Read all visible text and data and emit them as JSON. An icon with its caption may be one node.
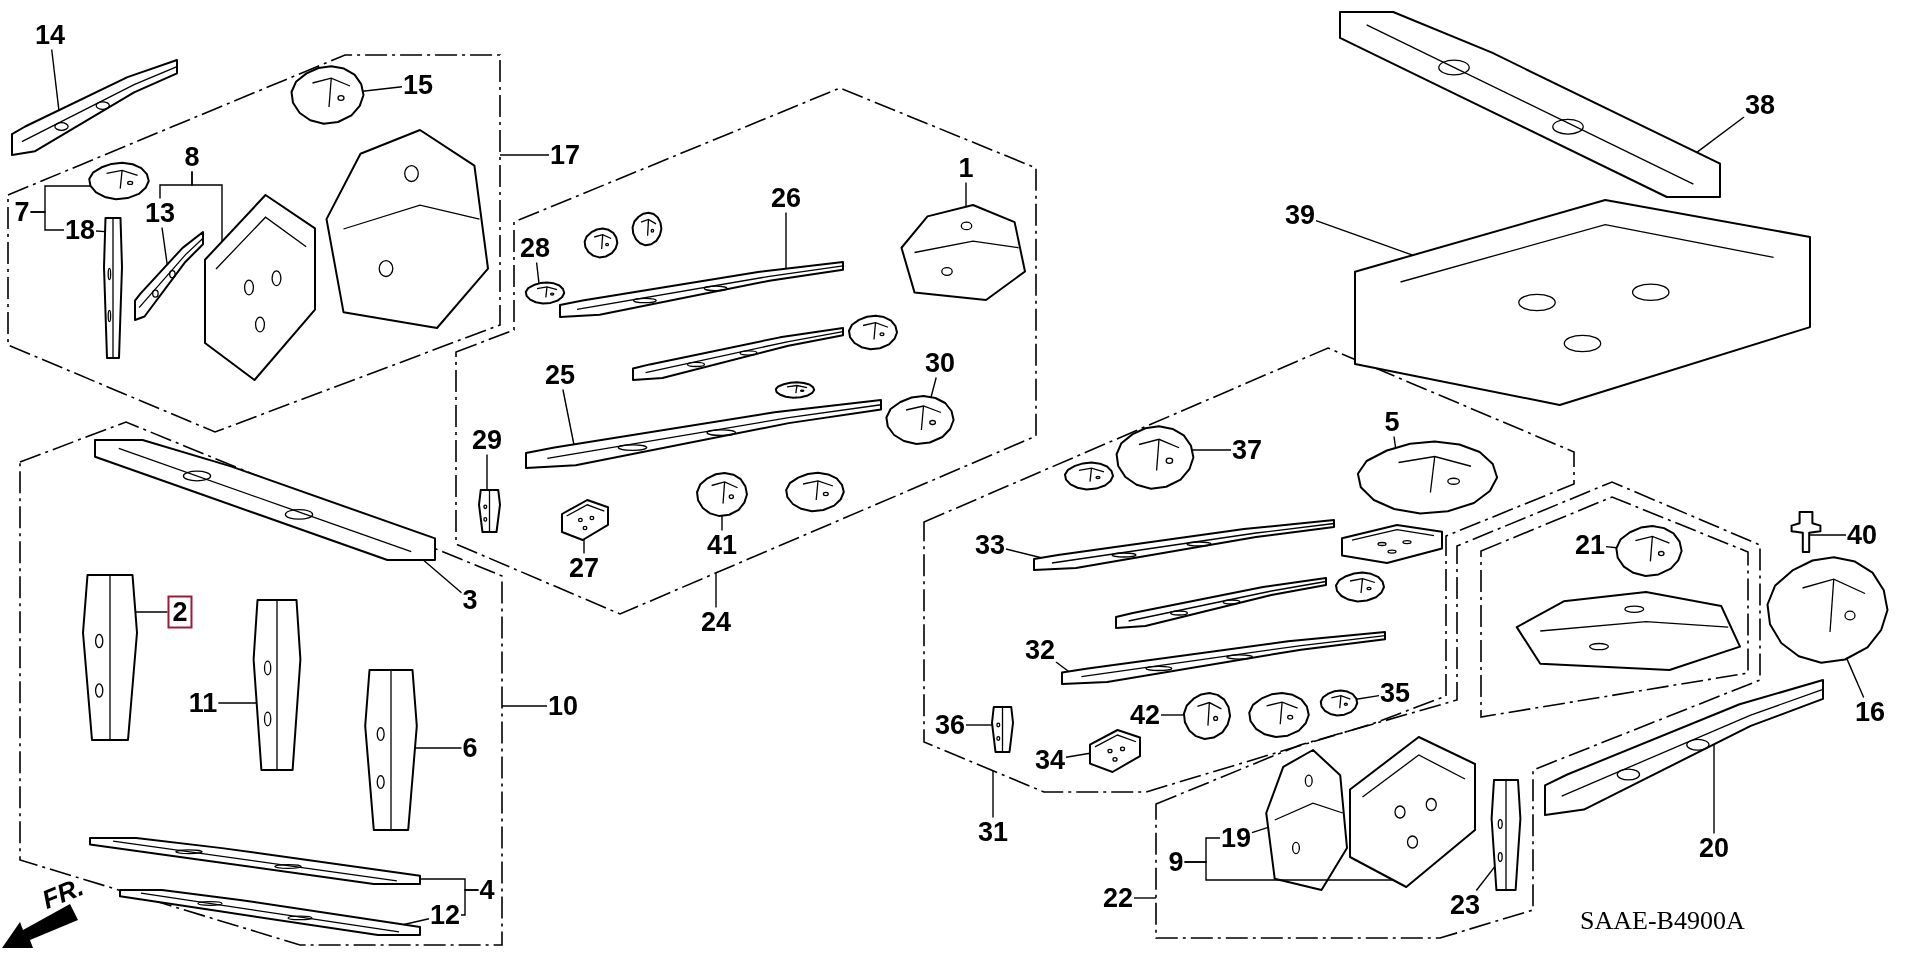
{
  "diagram": {
    "nodes": [
      {
        "text": [
          "14"
        ]
      },
      {
        "text": [],
        "shape": "picture"
      },
      {
        "text": [],
        "shape": "box"
      },
      {
        "text": [
          "15"
        ],
        "in": 2
      },
      {
        "text": [],
        "shape": "picture",
        "in": 2
      },
      {
        "text": [
          "17"
        ]
      },
      {
        "text": [
          "7"
        ],
        "in": 2
      },
      {
        "text": [],
        "shape": "picture",
        "in": 2
      },
      {
        "text": [
          "18"
        ],
        "in": 2
      },
      {
        "text": [],
        "shape": "picture",
        "in": 2
      },
      {
        "text": [
          "13"
        ],
        "in": 2
      },
      {
        "text": [],
        "shape": "picture",
        "in": 2
      },
      {
        "text": [
          "8"
        ],
        "in": 2
      },
      {
        "text": [],
        "shape": "picture",
        "in": 2
      },
      {
        "text": [],
        "shape": "box"
      },
      {
        "text": [
          "28"
        ],
        "in": 14
      },
      {
        "text": [],
        "shape": "picture",
        "in": 14
      },
      {
        "text": [
          "26"
        ],
        "in": 14
      },
      {
        "text": [],
        "shape": "picture",
        "in": 14
      },
      {
        "text": [
          "1"
        ],
        "in": 14
      },
      {
        "text": [],
        "shape": "picture",
        "in": 14
      },
      {
        "text": [
          "29"
        ],
        "in": 14
      },
      {
        "text": [],
        "shape": "picture",
        "in": 14
      },
      {
        "text": [
          "25"
        ],
        "in": 14
      },
      {
        "text": [],
        "shape": "picture",
        "in": 14
      },
      {
        "text": [
          "30"
        ],
        "in": 14
      },
      {
        "text": [],
        "shape": "picture",
        "in": 14
      },
      {
        "text": [
          "41"
        ],
        "in": 14
      },
      {
        "text": [],
        "shape": "picture",
        "in": 14
      },
      {
        "text": [
          "27"
        ],
        "in": 14
      },
      {
        "text": [],
        "shape": "picture",
        "in": 14
      },
      {
        "text": [
          "24"
        ]
      },
      {
        "text": [],
        "shape": "box"
      },
      {
        "text": [
          "3"
        ],
        "in": 32
      },
      {
        "text": [],
        "shape": "picture",
        "in": 32
      },
      {
        "text": [
          "2"
        ],
        "in": 32
      },
      {
        "text": [],
        "shape": "picture",
        "in": 32
      },
      {
        "text": [
          "11"
        ],
        "in": 32
      },
      {
        "text": [],
        "shape": "picture",
        "in": 32
      },
      {
        "text": [
          "6"
        ],
        "in": 32
      },
      {
        "text": [],
        "shape": "picture",
        "in": 32
      },
      {
        "text": [
          "10"
        ]
      },
      {
        "text": [],
        "shape": "picture",
        "in": 32
      },
      {
        "text": [
          "4"
        ],
        "in": 32
      },
      {
        "text": [
          "12"
        ],
        "in": 32
      },
      {
        "text": [],
        "shape": "picture",
        "in": 32
      },
      {
        "text": [
          "38"
        ]
      },
      {
        "text": [],
        "shape": "picture"
      },
      {
        "text": [
          "39"
        ]
      },
      {
        "text": [],
        "shape": "picture"
      },
      {
        "text": [],
        "shape": "box"
      },
      {
        "text": [
          "37"
        ],
        "in": 50
      },
      {
        "text": [],
        "shape": "picture",
        "in": 50
      },
      {
        "text": [
          "5"
        ],
        "in": 50
      },
      {
        "text": [],
        "shape": "picture",
        "in": 50
      },
      {
        "text": [
          "33"
        ],
        "in": 50
      },
      {
        "text": [],
        "shape": "picture",
        "in": 50
      },
      {
        "text": [
          "32"
        ],
        "in": 50
      },
      {
        "text": [],
        "shape": "picture",
        "in": 50
      },
      {
        "text": [
          "36"
        ],
        "in": 50
      },
      {
        "text": [],
        "shape": "picture",
        "in": 50
      },
      {
        "text": [
          "42"
        ],
        "in": 50
      },
      {
        "text": [],
        "shape": "picture",
        "in": 50
      },
      {
        "text": [
          "35"
        ],
        "in": 50
      },
      {
        "text": [],
        "shape": "picture",
        "in": 50
      },
      {
        "text": [
          "34"
        ],
        "in": 50
      },
      {
        "text": [],
        "shape": "picture",
        "in": 50
      },
      {
        "text": [
          "31"
        ]
      },
      {
        "text": [],
        "shape": "box"
      },
      {
        "text": [],
        "shape": "box",
        "in": 68
      },
      {
        "text": [
          "21"
        ],
        "in": 69
      },
      {
        "text": [],
        "shape": "picture",
        "in": 69
      },
      {
        "text": [
          "40"
        ]
      },
      {
        "text": [],
        "shape": "picture"
      },
      {
        "text": [],
        "shape": "picture"
      },
      {
        "text": [
          "16"
        ]
      },
      {
        "text": [
          "19"
        ],
        "in": 68
      },
      {
        "text": [
          "9"
        ],
        "in": 68
      },
      {
        "text": [],
        "shape": "picture",
        "in": 68
      },
      {
        "text": [],
        "shape": "picture",
        "in": 68
      },
      {
        "text": [
          "23"
        ],
        "in": 68
      },
      {
        "text": [],
        "shape": "picture",
        "in": 68
      },
      {
        "text": [
          "22"
        ]
      },
      {
        "text": [],
        "shape": "picture"
      },
      {
        "text": [
          "20"
        ]
      },
      {
        "text": [],
        "shape": "picture",
        "in": 2
      },
      {
        "text": [],
        "shape": "picture",
        "in": 14
      },
      {
        "text": [],
        "shape": "picture",
        "in": 14
      },
      {
        "text": [],
        "shape": "picture",
        "in": 14
      },
      {
        "text": [],
        "shape": "picture",
        "in": 14
      },
      {
        "text": [],
        "shape": "picture",
        "in": 14
      },
      {
        "text": [],
        "shape": "picture",
        "in": 14
      },
      {
        "text": [],
        "shape": "picture",
        "in": 50
      },
      {
        "text": [],
        "shape": "picture",
        "in": 50
      },
      {
        "text": [],
        "shape": "picture",
        "in": 50
      },
      {
        "text": [],
        "shape": "picture",
        "in": 50
      },
      {
        "text": [],
        "shape": "picture",
        "in": 50
      },
      {
        "text": [],
        "shape": "picture",
        "in": 69
      }
    ],
    "edges": [
      {
        "from": 0,
        "to": 1,
        "arrow": "none"
      },
      {
        "from": 3,
        "to": 4,
        "arrow": "none"
      },
      {
        "from": 5,
        "to": 2,
        "arrow": "none"
      },
      {
        "from": 6,
        "to": 7,
        "arrow": "none"
      },
      {
        "from": 6,
        "to": 8,
        "arrow": "none"
      },
      {
        "from": 8,
        "to": 9,
        "arrow": "none"
      },
      {
        "from": 10,
        "to": 11,
        "arrow": "none"
      },
      {
        "from": 12,
        "to": 10,
        "arrow": "none"
      },
      {
        "from": 12,
        "to": 13,
        "arrow": "none"
      },
      {
        "from": 15,
        "to": 16,
        "arrow": "none"
      },
      {
        "from": 17,
        "to": 18,
        "arrow": "none"
      },
      {
        "from": 19,
        "to": 20,
        "arrow": "none"
      },
      {
        "from": 21,
        "to": 22,
        "arrow": "none"
      },
      {
        "from": 23,
        "to": 24,
        "arrow": "none"
      },
      {
        "from": 25,
        "to": 26,
        "arrow": "none"
      },
      {
        "from": 27,
        "to": 28,
        "arrow": "none"
      },
      {
        "from": 29,
        "to": 30,
        "arrow": "none"
      },
      {
        "from": 31,
        "to": 14,
        "arrow": "none"
      },
      {
        "from": 33,
        "to": 34,
        "arrow": "none"
      },
      {
        "from": 35,
        "to": 36,
        "arrow": "none"
      },
      {
        "from": 37,
        "to": 38,
        "arrow": "none"
      },
      {
        "from": 39,
        "to": 40,
        "arrow": "none"
      },
      {
        "from": 41,
        "to": 32,
        "arrow": "none"
      },
      {
        "from": 43,
        "to": 42,
        "arrow": "none"
      },
      {
        "from": 43,
        "to": 44,
        "arrow": "none"
      },
      {
        "from": 44,
        "to": 45,
        "arrow": "none"
      },
      {
        "from": 46,
        "to": 47,
        "arrow": "none"
      },
      {
        "from": 48,
        "to": 49,
        "arrow": "none"
      },
      {
        "from": 51,
        "to": 52,
        "arrow": "none"
      },
      {
        "from": 53,
        "to": 54,
        "arrow": "none"
      },
      {
        "from": 55,
        "to": 56,
        "arrow": "none"
      },
      {
        "from": 57,
        "to": 58,
        "arrow": "none"
      },
      {
        "from": 59,
        "to": 60,
        "arrow": "none"
      },
      {
        "from": 61,
        "to": 62,
        "arrow": "none"
      },
      {
        "from": 63,
        "to": 64,
        "arrow": "none"
      },
      {
        "from": 65,
        "to": 66,
        "arrow": "none"
      },
      {
        "from": 67,
        "to": 50,
        "arrow": "none"
      },
      {
        "from": 70,
        "to": 71,
        "arrow": "none"
      },
      {
        "from": 72,
        "to": 73,
        "arrow": "none"
      },
      {
        "from": 75,
        "to": 74,
        "arrow": "none"
      },
      {
        "from": 77,
        "to": 76,
        "arrow": "none"
      },
      {
        "from": 77,
        "to": 79,
        "arrow": "none"
      },
      {
        "from": 76,
        "to": 78,
        "arrow": "none"
      },
      {
        "from": 80,
        "to": 81,
        "arrow": "none"
      },
      {
        "from": 82,
        "to": 68,
        "arrow": "none"
      },
      {
        "from": 84,
        "to": 83,
        "arrow": "none"
      }
    ],
    "labels": [
      "FR.",
      "SAAE-B4900A"
    ]
  }
}
